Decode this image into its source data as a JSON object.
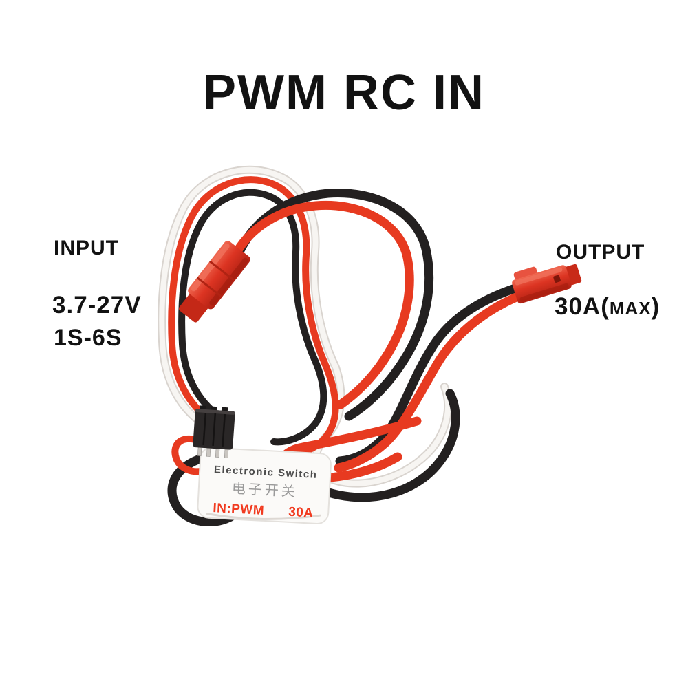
{
  "header": {
    "title": "PWM RC IN"
  },
  "labels": {
    "input": {
      "title": "INPUT",
      "line1": "3.7-27V",
      "line2": "1S-6S"
    },
    "output": {
      "title": "OUTPUT",
      "rating_pre": "30A(",
      "rating_max": "MAX",
      "rating_post": ")"
    }
  },
  "module": {
    "name": "Electronic Switch",
    "name_cn": "电子开关",
    "spec_left": "IN:PWM",
    "spec_right": "30A"
  },
  "colors": {
    "background": "#ffffff",
    "text_black": "#121212",
    "wire_red": "#e73a20",
    "wire_black": "#232020",
    "wire_white": "#f7f5f2",
    "connector_red": "#dd3522",
    "module_body": "#fbfaf8",
    "module_text_gray": "#4d4d4d",
    "module_text_light": "#9a9a9a",
    "module_text_red": "#f13a1f"
  }
}
